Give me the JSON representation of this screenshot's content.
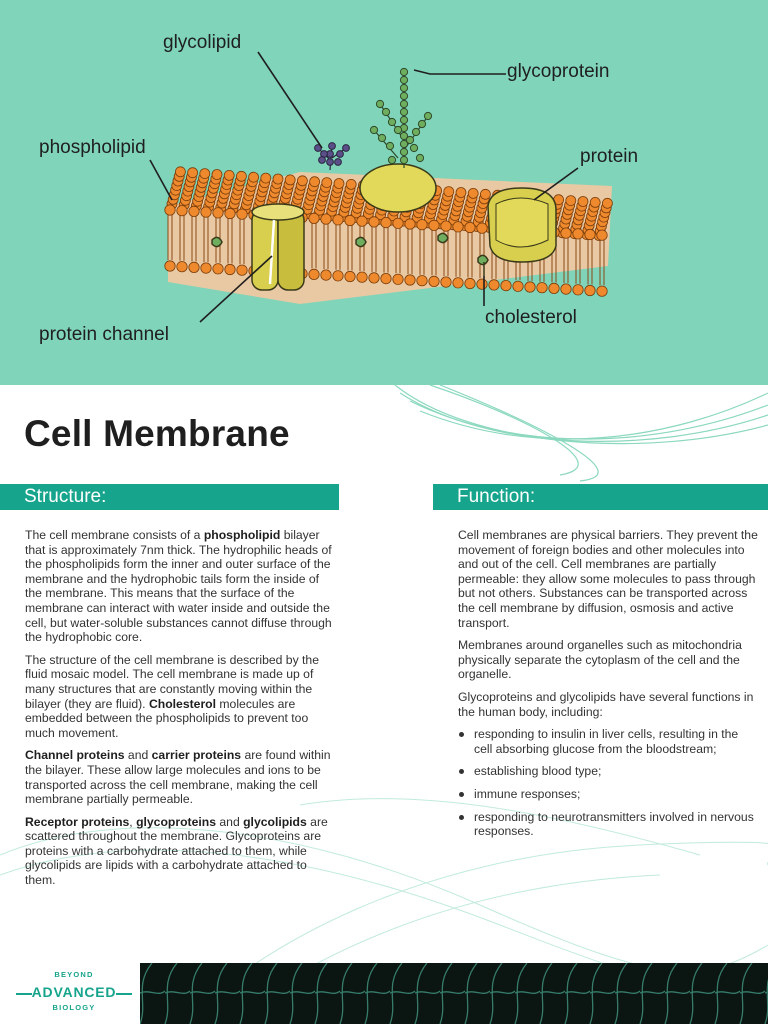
{
  "diagram": {
    "labels": {
      "glycolipid": "glycolipid",
      "glycoprotein": "glycoprotein",
      "phospholipid": "phospholipid",
      "protein": "protein",
      "cholesterol": "cholesterol",
      "protein_channel": "protein channel"
    },
    "colors": {
      "background": "#7fd4b9",
      "phospholipid_head": "#ee8a2d",
      "protein": "#e2d95a",
      "glycoprotein_chain": "#6fae5e",
      "glycolipid_chain": "#5b4f8a"
    }
  },
  "title": "Cell Membrane",
  "structure": {
    "heading": "Structure:",
    "p1": {
      "pre": "The cell membrane consists of a ",
      "b1": "phospholipid",
      "post": " bilayer that is approximately 7nm thick. The hydrophilic heads of the phospholipids form the inner and outer surface of the membrane and the hydrophobic tails form the inside of the membrane. This means that the surface of the membrane can interact with water inside and outside the cell, but water-soluble substances cannot diffuse through the hydrophobic core."
    },
    "p2": {
      "pre": "The structure of the cell membrane is described by the fluid mosaic model. The cell membrane is made up of many structures that are constantly moving within the bilayer (they are fluid). ",
      "b1": "Cholesterol",
      "post": " molecules are embedded between the phospholipids to prevent too much movement."
    },
    "p3": {
      "b1": "Channel proteins",
      "mid": " and ",
      "b2": "carrier proteins",
      "post": " are found within the bilayer. These allow large molecules and ions to be transported across the cell membrane, making the cell membrane partially permeable."
    },
    "p4": {
      "b1": "Receptor proteins",
      "sep1": ", ",
      "b2": "glycoproteins",
      "sep2": " and ",
      "b3": "glycolipids",
      "post": " are scattered throughout the membrane. Glycoproteins are proteins with a carbohydrate attached to them, while glycolipids are lipids with a carbohydrate attached to them."
    }
  },
  "function": {
    "heading": "Function:",
    "p1": "Cell membranes are physical barriers. They prevent the movement of foreign bodies and other molecules into and out of the cell. Cell membranes are partially permeable: they allow some molecules to pass through but not others. Substances can be transported across the cell membrane by diffusion, osmosis and active transport.",
    "p2": "Membranes around organelles such as mitochondria physically separate the cytoplasm of the cell and the organelle.",
    "p3": "Glycoproteins and glycolipids have several functions in the human body, including:",
    "bullets": [
      "responding to insulin in liver cells, resulting in the cell absorbing glucose from the bloodstream;",
      "establishing blood type;",
      "immune responses;",
      "responding to neurotransmitters involved in nervous responses."
    ]
  },
  "logo": {
    "top": "BEYOND",
    "middle": "ADVANCED",
    "bottom": "BIOLOGY"
  },
  "accent_color": "#17a48c"
}
